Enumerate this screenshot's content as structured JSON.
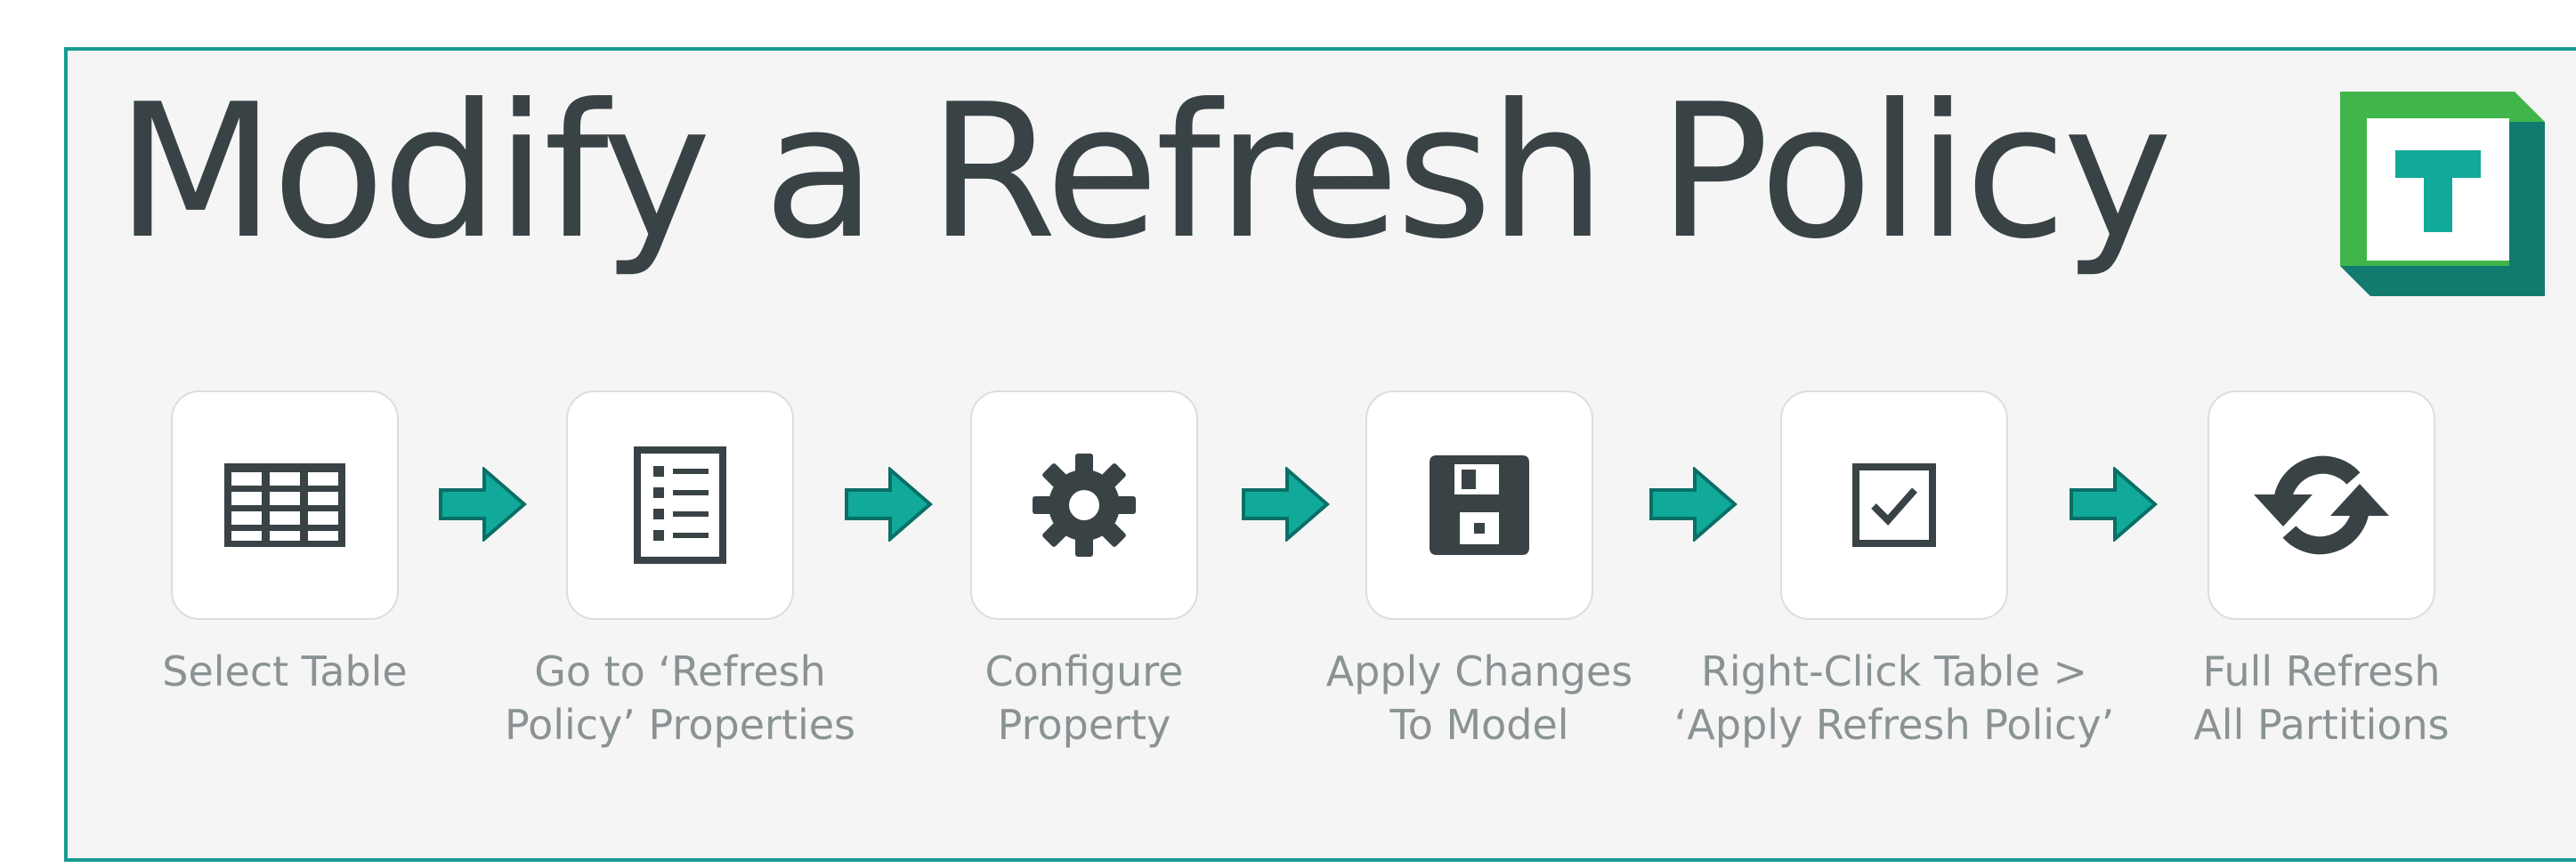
{
  "title": "Modify a Refresh Policy",
  "colors": {
    "border": "#169b92",
    "panel": "#f5f5f5",
    "text_dark": "#394245",
    "caption": "#8a9294",
    "arrow_fill": "#11a99a",
    "arrow_stroke": "#0a6f66",
    "logo_green": "#3fb54a",
    "logo_teal": "#137a70"
  },
  "logo": {
    "icon": "tabular-editor-logo-icon",
    "letter": "T"
  },
  "steps": [
    {
      "icon": "table-grid-icon",
      "lines": [
        "Select Table"
      ]
    },
    {
      "icon": "properties-list-icon",
      "lines": [
        "Go to ‘Refresh",
        "Policy’ Properties"
      ]
    },
    {
      "icon": "gear-icon",
      "lines": [
        "Configure",
        "Property"
      ]
    },
    {
      "icon": "floppy-disk-save-icon",
      "lines": [
        "Apply Changes",
        "To Model"
      ]
    },
    {
      "icon": "checkbox-checked-icon",
      "lines": [
        "Right-Click Table >",
        "‘Apply Refresh Policy’"
      ]
    },
    {
      "icon": "refresh-sync-icon",
      "lines": [
        "Full Refresh",
        "All Partitions"
      ]
    }
  ],
  "arrow_icon": "right-arrow-icon"
}
